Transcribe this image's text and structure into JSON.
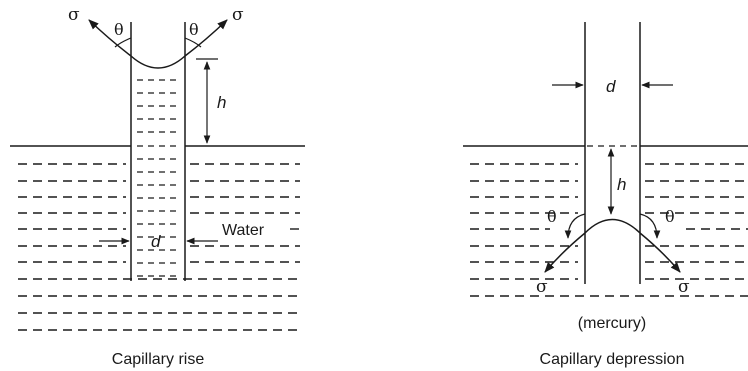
{
  "symbols": {
    "sigma": "σ",
    "theta": "θ",
    "diameter": "d",
    "height": "h"
  },
  "left_panel": {
    "liquid_label": "Water",
    "caption": "Capillary rise"
  },
  "right_panel": {
    "liquid_label": "(mercury)",
    "caption": "Capillary depression"
  }
}
